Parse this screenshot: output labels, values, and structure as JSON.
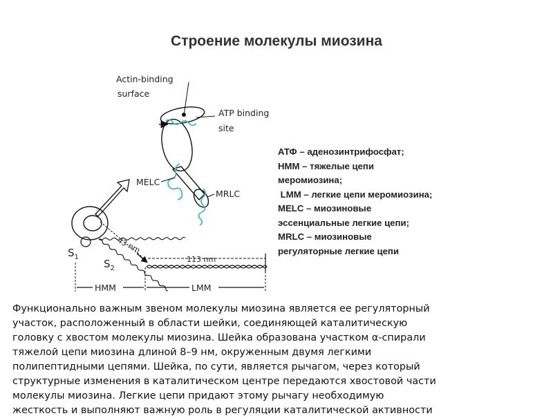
{
  "title": "Строение молекулы миозина",
  "diagram": {
    "labels": {
      "actin_binding_1": "Actin-binding",
      "actin_binding_2": "surface",
      "atp_binding_1": "ATP binding",
      "atp_binding_2": "site",
      "melc": "MELC",
      "mrlc": "MRLC",
      "nm43": "43 nm",
      "nm113": "113 nm",
      "s1": "S",
      "s1_sub": "1",
      "s2": "S",
      "s2_sub": "2",
      "hmm": "HMM",
      "lmm": "LMM"
    }
  },
  "legend": [
    "АТФ – аденозинтрифосфат;",
    "НММ – тяжелые цепи",
    "меромиозина;",
    " LMM – легкие цепи меромиозина;",
    "MELC – миозиновые",
    "эссенциальные легкие цепи;",
    "MRLC – миозиновые",
    "регуляторные легкие цепи"
  ],
  "paragraph": [
    "Функционально важным звеном молекулы миозина является ее регуляторный",
    "участок, расположенный в области шейки, соединяющей каталитическую",
    "головку с хвостом молекулы миозина. Шейка образована участком α-спирали",
    "тяжелой цепи миозина длиной 8–9 нм, окруженным двумя легкими",
    "полипептидными цепями. Шейка, по сути, является рычагом, через который",
    "структурные изменения в каталитическом центре передаются хвостовой части",
    "молекулы миозина. Легкие цепи придают этому рычагу необходимую",
    "жесткость и выполняют важную роль в регуляции каталитической активности"
  ]
}
